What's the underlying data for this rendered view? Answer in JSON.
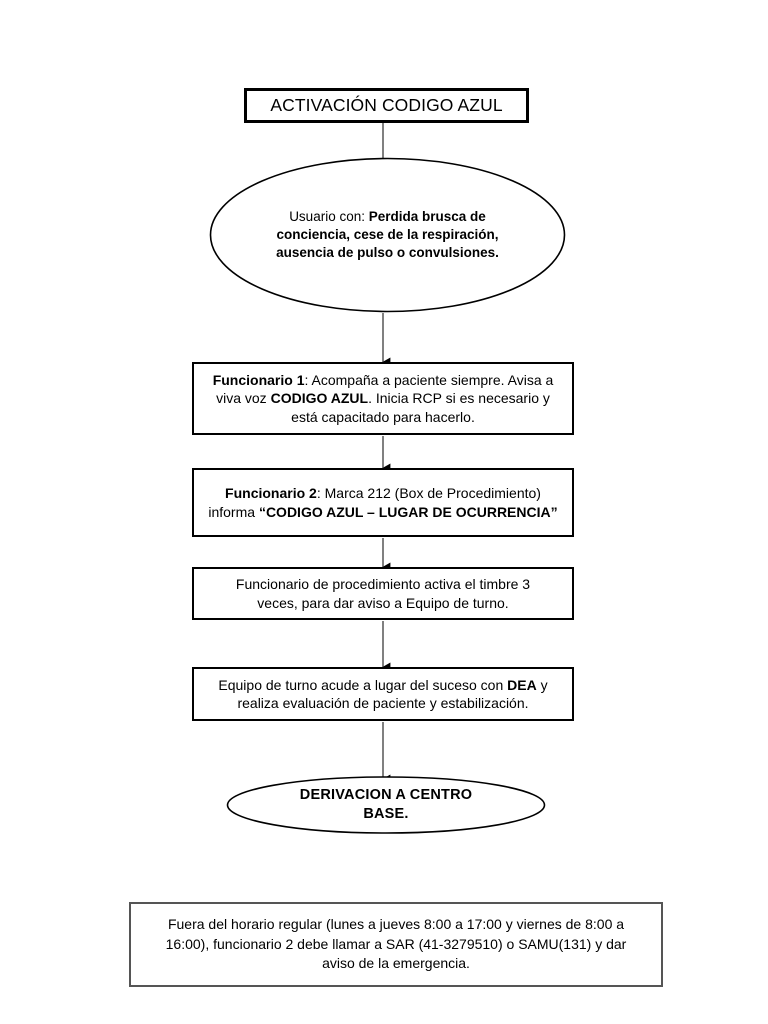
{
  "document": {
    "kind": "flowchart",
    "language": "es",
    "page_background": "#ffffff",
    "line_color": "#000000",
    "footnote_border_color": "#555555"
  },
  "nodes": {
    "title": {
      "shape": "rectangle",
      "text": "ACTIVACIÓN CODIGO AZUL"
    },
    "trigger": {
      "shape": "ellipse",
      "text_plain": "Usuario con: Perdida brusca de conciencia, cese de la respiración, ausencia de pulso o convulsiones.",
      "lead": "Usuario con:",
      "emphasis": "Perdida brusca de conciencia, cese de la respiración, ausencia de pulso o convulsiones."
    },
    "step1": {
      "shape": "rectangle",
      "actor": "Funcionario 1",
      "text_plain": "Funcionario 1: Acompaña a paciente siempre. Avisa a viva voz CODIGO AZUL. Inicia RCP si es necesario y está capacitado para hacerlo.",
      "part_a": ": Acompaña a paciente siempre. Avisa a viva voz ",
      "emphasis": "CODIGO AZUL",
      "part_b": ". Inicia RCP si es necesario y está capacitado para hacerlo."
    },
    "step2": {
      "shape": "rectangle",
      "actor": "Funcionario 2",
      "text_plain": "Funcionario 2: Marca 212 (Box de Procedimiento) informa “CODIGO AZUL – LUGAR DE OCURRENCIA”",
      "part_a": ": Marca 212 (Box de Procedimiento) informa ",
      "emphasis": "“CODIGO AZUL – LUGAR DE OCURRENCIA”"
    },
    "step3": {
      "shape": "rectangle",
      "text_plain": "Funcionario de procedimiento activa el timbre 3 veces, para dar aviso a Equipo de turno."
    },
    "step4": {
      "shape": "rectangle",
      "text_plain": "Equipo de turno acude a lugar del suceso con DEA y realiza evaluación de paciente y estabilización.",
      "part_a": "Equipo de turno acude a lugar del suceso con ",
      "emphasis": "DEA",
      "part_b": " y realiza evaluación de paciente y estabilización."
    },
    "outcome": {
      "shape": "ellipse",
      "text_plain": "DERIVACION A CENTRO BASE.",
      "line1": "DERIVACION A CENTRO",
      "line2": "BASE."
    },
    "footnote": {
      "shape": "rectangle",
      "text_plain": "Fuera del horario regular (lunes a jueves 8:00 a 17:00 y viernes de 8:00 a 16:00), funcionario 2 debe llamar a SAR (41-3279510) o SAMU(131) y dar aviso de la emergencia."
    }
  },
  "connectors": [
    {
      "name": "title-to-trigger",
      "from": "title",
      "to": "trigger",
      "arrowhead": false
    },
    {
      "name": "trigger-to-step1",
      "from": "trigger",
      "to": "step1",
      "arrowhead": true
    },
    {
      "name": "step1-to-step2",
      "from": "step1",
      "to": "step2",
      "arrowhead": true
    },
    {
      "name": "step2-to-step3",
      "from": "step2",
      "to": "step3",
      "arrowhead": true
    },
    {
      "name": "step3-to-step4",
      "from": "step3",
      "to": "step4",
      "arrowhead": true
    },
    {
      "name": "step4-to-outcome",
      "from": "step4",
      "to": "outcome",
      "arrowhead": true
    }
  ]
}
